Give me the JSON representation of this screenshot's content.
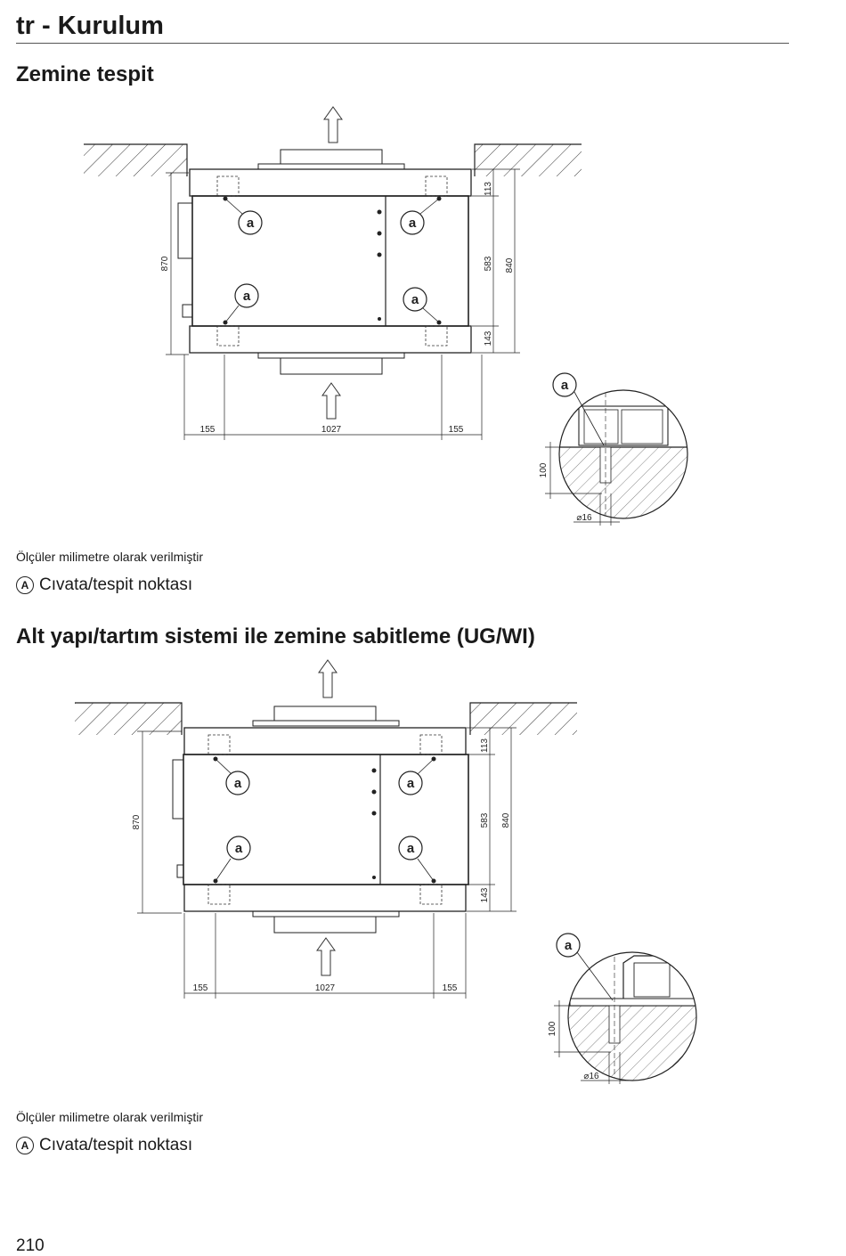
{
  "header": {
    "title": "tr - Kurulum"
  },
  "sections": [
    {
      "title": "Zemine tespit",
      "note": "Ölçüler milimetre olarak verilmiştir",
      "legend": {
        "badge": "A",
        "text": "Cıvata/tespit noktası"
      },
      "drawing": {
        "callout": "a",
        "dims": {
          "h870": "870",
          "h113": "113",
          "h583": "583",
          "h840": "840",
          "h143": "143",
          "w155l": "155",
          "w1027": "1027",
          "w155r": "155",
          "d100": "100",
          "dia16": "⌀16"
        }
      }
    },
    {
      "title": "Alt yapı/tartım sistemi ile zemine sabitleme (UG/WI)",
      "note": "Ölçüler milimetre olarak verilmiştir",
      "legend": {
        "badge": "A",
        "text": "Cıvata/tespit noktası"
      },
      "drawing": {
        "callout": "a",
        "dims": {
          "h870": "870",
          "h113": "113",
          "h583": "583",
          "h840": "840",
          "h143": "143",
          "w155l": "155",
          "w1027": "1027",
          "w155r": "155",
          "d100": "100",
          "dia16": "⌀16"
        }
      }
    }
  ],
  "page_number": "210"
}
